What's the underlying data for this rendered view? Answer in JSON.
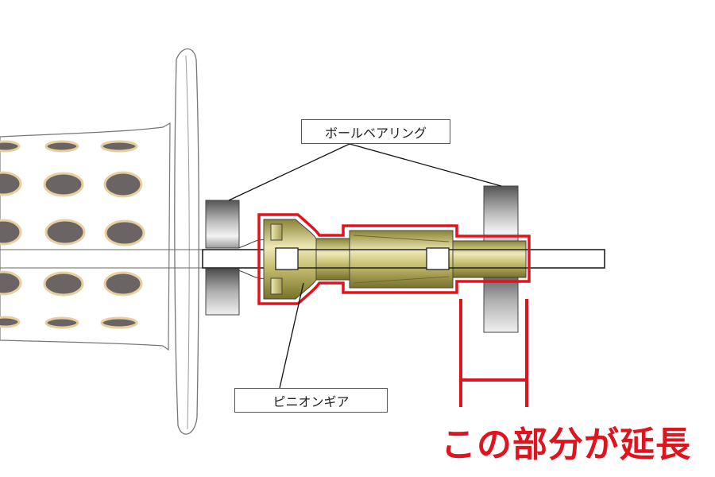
{
  "labels": {
    "ball_bearing": "ボールベアリング",
    "pinion_gear": "ピニオンギア",
    "extension_caption": "この部分が延長"
  },
  "colors": {
    "highlight_red": "#e0141e",
    "gear_olive": "#c9c07a",
    "spool_hole": "#6b6464",
    "bearing_gray": "#777777"
  }
}
